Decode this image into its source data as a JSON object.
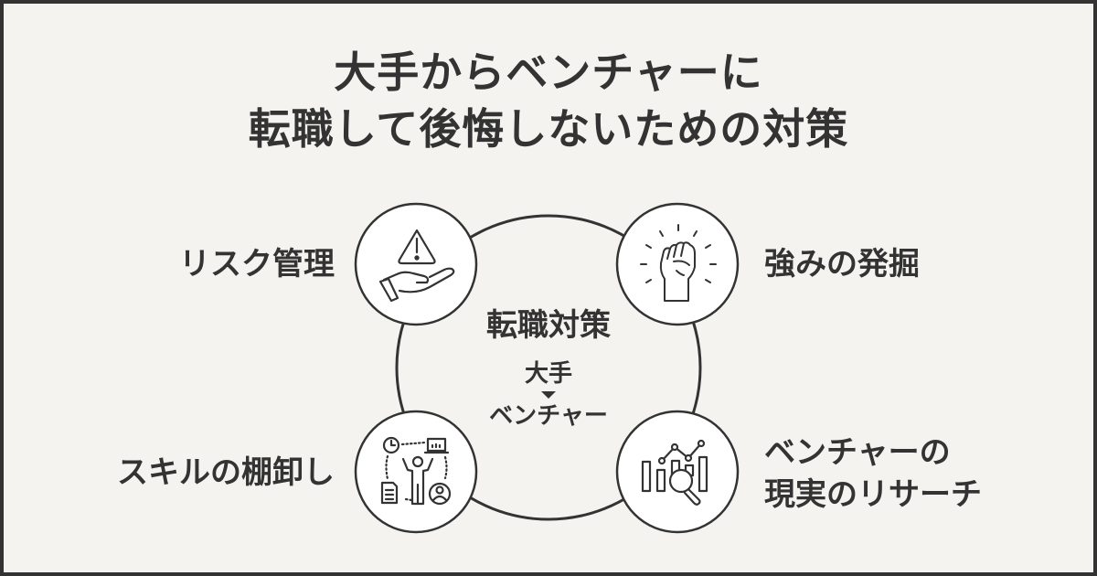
{
  "title": {
    "line1": "大手からベンチャーに",
    "line2": "転職して後悔しないための対策"
  },
  "center": {
    "main": "転職対策",
    "from": "大手",
    "arrow_icon": "down-triangle-icon",
    "to": "ベンチャー"
  },
  "items": [
    {
      "label": "リスク管理",
      "icon": "warning-hand-icon",
      "position": "top-left"
    },
    {
      "label": "強みの発掘",
      "icon": "raised-fist-icon",
      "position": "top-right"
    },
    {
      "label": "スキルの棚卸し",
      "icon": "person-skills-icon",
      "position": "bottom-left"
    },
    {
      "label_line1": "ベンチャーの",
      "label_line2": "現実のリサーチ",
      "icon": "chart-search-icon",
      "position": "bottom-right"
    }
  ],
  "colors": {
    "background": "#f4f3ef",
    "border": "#333333",
    "text": "#333333",
    "circle_fill": "#ffffff"
  }
}
